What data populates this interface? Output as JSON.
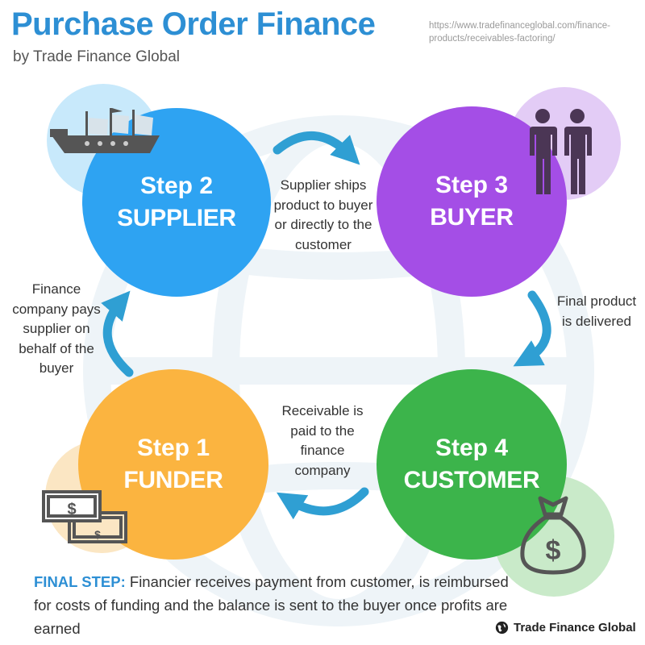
{
  "header": {
    "title": "Purchase Order Finance",
    "subtitle": "by Trade Finance Global",
    "url": "https://www.tradefinanceglobal.com/finance-products/receivables-factoring/"
  },
  "steps": [
    {
      "step": "Step 1",
      "role": "FUNDER",
      "color": "#fbb440"
    },
    {
      "step": "Step 2",
      "role": "SUPPLIER",
      "color": "#2ea3f2"
    },
    {
      "step": "Step 3",
      "role": "BUYER",
      "color": "#a44ee6"
    },
    {
      "step": "Step 4",
      "role": "CUSTOMER",
      "color": "#3cb44b"
    }
  ],
  "captions": {
    "supplier_ships": "Supplier ships product to buyer or directly to the customer",
    "final_delivered": "Final product is delivered",
    "receivable_paid": "Receivable is paid to the finance company",
    "finance_pays": "Finance company pays supplier on behalf of the buyer"
  },
  "final_step": {
    "label": "FINAL STEP:",
    "text": " Financier receives payment from customer, is reimbursed for costs of funding and the balance is sent to the buyer once profits are earned"
  },
  "brand": "Trade Finance Global",
  "colors": {
    "title": "#2d8fd4",
    "arrow": "#2f9fd3",
    "globe": "#eef4f8"
  },
  "icons": [
    "ship-icon",
    "people-icon",
    "money-bag-icon",
    "banknotes-icon",
    "globe-icon"
  ]
}
